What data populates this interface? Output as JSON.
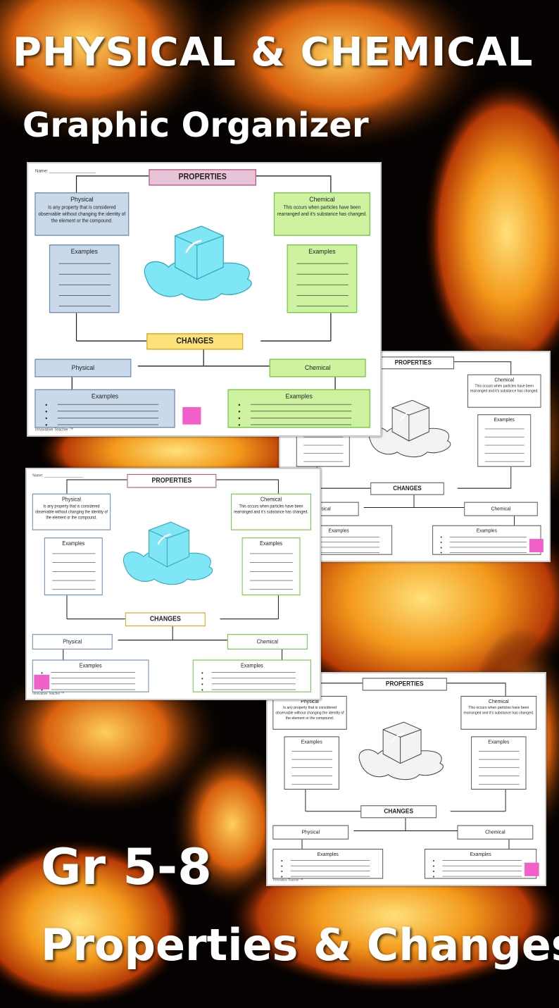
{
  "headline": "PHYSICAL & CHEMICAL",
  "subheadline": "Graphic Organizer",
  "grade": "Gr 5-8",
  "topic": "Properties & Changes",
  "sheet": {
    "name_field": "Name: ___________________",
    "properties": "PROPERTIES",
    "changes": "CHANGES",
    "physical": "Physical",
    "chemical": "Chemical",
    "examples": "Examples",
    "physical_desc": "Is any property that is considered observable without changing the identity of the element or the compound.",
    "chemical_desc": "This occurs when particles have been rearranged and it's substance has changed.",
    "footer": "Innovative Teacher ™"
  },
  "colors": {
    "physical_fill": "#c9d9ea",
    "physical_border": "#6f8fb3",
    "chemical_fill": "#cdf2a0",
    "chemical_border": "#74c848",
    "properties_fill": "#e9c4d6",
    "properties_border": "#b45a88",
    "changes_fill": "#fde27a",
    "changes_border": "#d9a621",
    "ice": "#7fe6f5",
    "sticker": "#f060c8"
  }
}
